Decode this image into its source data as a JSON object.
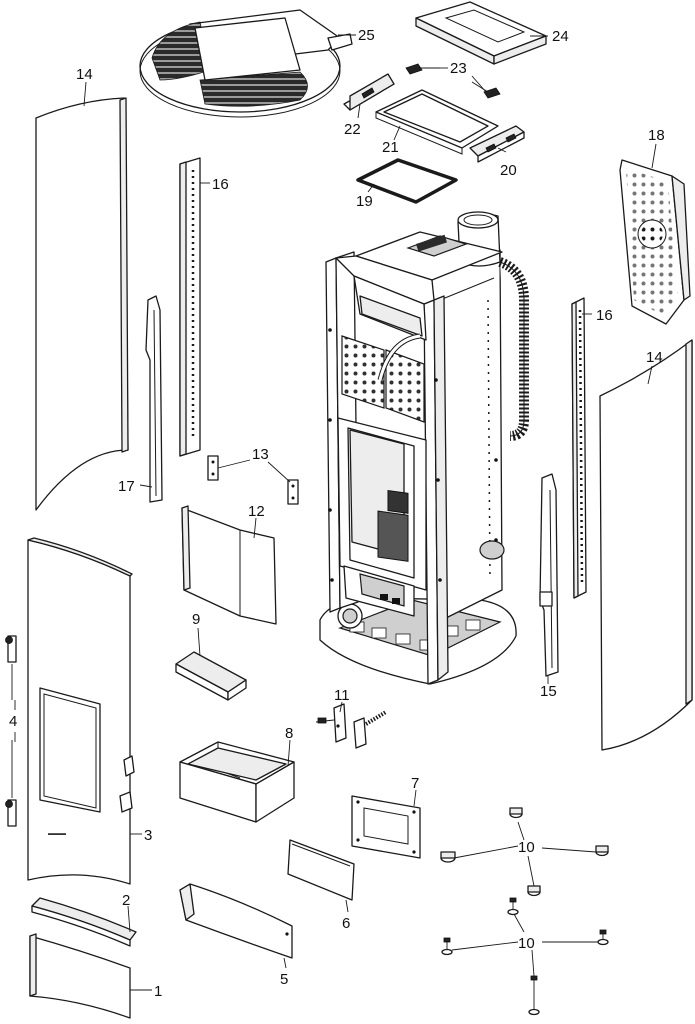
{
  "labels": {
    "l1": "1",
    "l2": "2",
    "l3": "3",
    "l4": "4",
    "l5": "5",
    "l6": "6",
    "l7": "7",
    "l8": "8",
    "l9": "9",
    "l10a": "10",
    "l10b": "10",
    "l11": "11",
    "l12": "12",
    "l13": "13",
    "l14a": "14",
    "l14b": "14",
    "l15": "15",
    "l16a": "16",
    "l16b": "16",
    "l17": "17",
    "l18": "18",
    "l19": "19",
    "l20": "20",
    "l21": "21",
    "l22": "22",
    "l23": "23",
    "l24": "24",
    "l25": "25"
  },
  "colors": {
    "line": "#1a1a1a",
    "fill": "#ffffff",
    "shade": "#ededed"
  }
}
